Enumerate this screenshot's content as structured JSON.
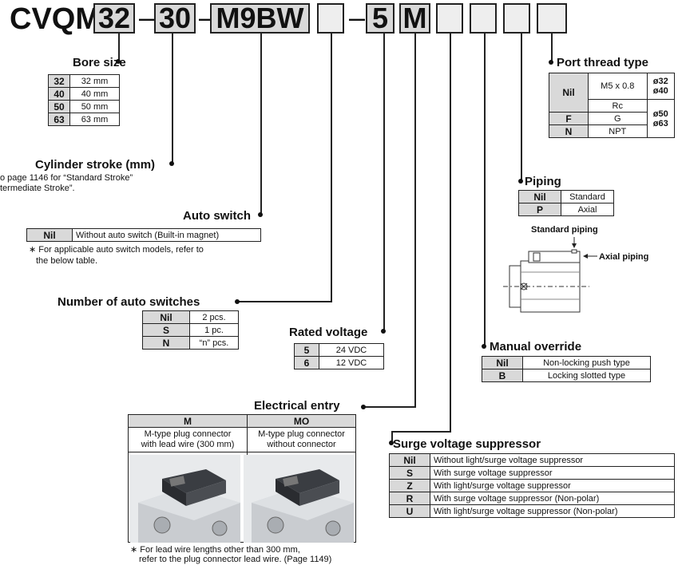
{
  "model_code": {
    "prefix": "CVQM",
    "bore": "32",
    "dash1": "–",
    "stroke": "30",
    "dash2": "–",
    "auto_switch": "M9BW",
    "dash3": "–",
    "voltage": "5",
    "entry": "M"
  },
  "bore_size": {
    "title": "Bore size",
    "rows": [
      {
        "code": "32",
        "desc": "32 mm"
      },
      {
        "code": "40",
        "desc": "40 mm"
      },
      {
        "code": "50",
        "desc": "50 mm"
      },
      {
        "code": "63",
        "desc": "63 mm"
      }
    ]
  },
  "cylinder_stroke": {
    "title": "Cylinder stroke (mm)",
    "note_line1": "o page 1146 for “Standard Stroke”",
    "note_line2": "termediate Stroke”."
  },
  "auto_switch": {
    "title": "Auto switch",
    "code": "Nil",
    "desc": "Without auto switch (Built-in magnet)",
    "note_line1": "∗ For applicable auto switch models, refer to",
    "note_line2": "the below table."
  },
  "number_of_switches": {
    "title": "Number of auto switches",
    "rows": [
      {
        "code": "Nil",
        "desc": "2 pcs."
      },
      {
        "code": "S",
        "desc": "1 pc."
      },
      {
        "code": "N",
        "desc": "“n” pcs."
      }
    ]
  },
  "rated_voltage": {
    "title": "Rated voltage",
    "rows": [
      {
        "code": "5",
        "desc": "24 VDC"
      },
      {
        "code": "6",
        "desc": "12 VDC"
      }
    ]
  },
  "electrical_entry": {
    "title": "Electrical entry",
    "col_m": "M",
    "col_mo": "MO",
    "desc_m_line1": "M-type plug connector",
    "desc_m_line2": "with lead wire (300 mm)",
    "desc_mo_line1": "M-type plug connector",
    "desc_mo_line2": "without connector",
    "note_line1": "∗ For lead wire lengths other than 300 mm,",
    "note_line2": "refer to the plug connector lead wire. (Page 1149)"
  },
  "port_thread": {
    "title": "Port thread type",
    "nil_code": "Nil",
    "nil_desc": "M5 x 0.8",
    "bore_a1": "ø32",
    "bore_a2": "ø40",
    "rc_desc": "Rc",
    "f_code": "F",
    "f_desc": "G",
    "n_code": "N",
    "n_desc": "NPT",
    "bore_b1": "ø50",
    "bore_b2": "ø63"
  },
  "piping": {
    "title": "Piping",
    "rows": [
      {
        "code": "Nil",
        "desc": "Standard"
      },
      {
        "code": "P",
        "desc": "Axial"
      }
    ],
    "standard_label": "Standard piping",
    "axial_label": "Axial piping"
  },
  "manual_override": {
    "title": "Manual override",
    "rows": [
      {
        "code": "Nil",
        "desc": "Non-locking push type"
      },
      {
        "code": "B",
        "desc": "Locking slotted type"
      }
    ]
  },
  "surge": {
    "title": "Surge voltage suppressor",
    "rows": [
      {
        "code": "Nil",
        "desc": "Without light/surge voltage suppressor"
      },
      {
        "code": "S",
        "desc": "With surge voltage suppressor"
      },
      {
        "code": "Z",
        "desc": "With light/surge voltage suppressor"
      },
      {
        "code": "R",
        "desc": "With surge voltage suppressor (Non-polar)"
      },
      {
        "code": "U",
        "desc": "With light/surge voltage suppressor (Non-polar)"
      }
    ]
  }
}
